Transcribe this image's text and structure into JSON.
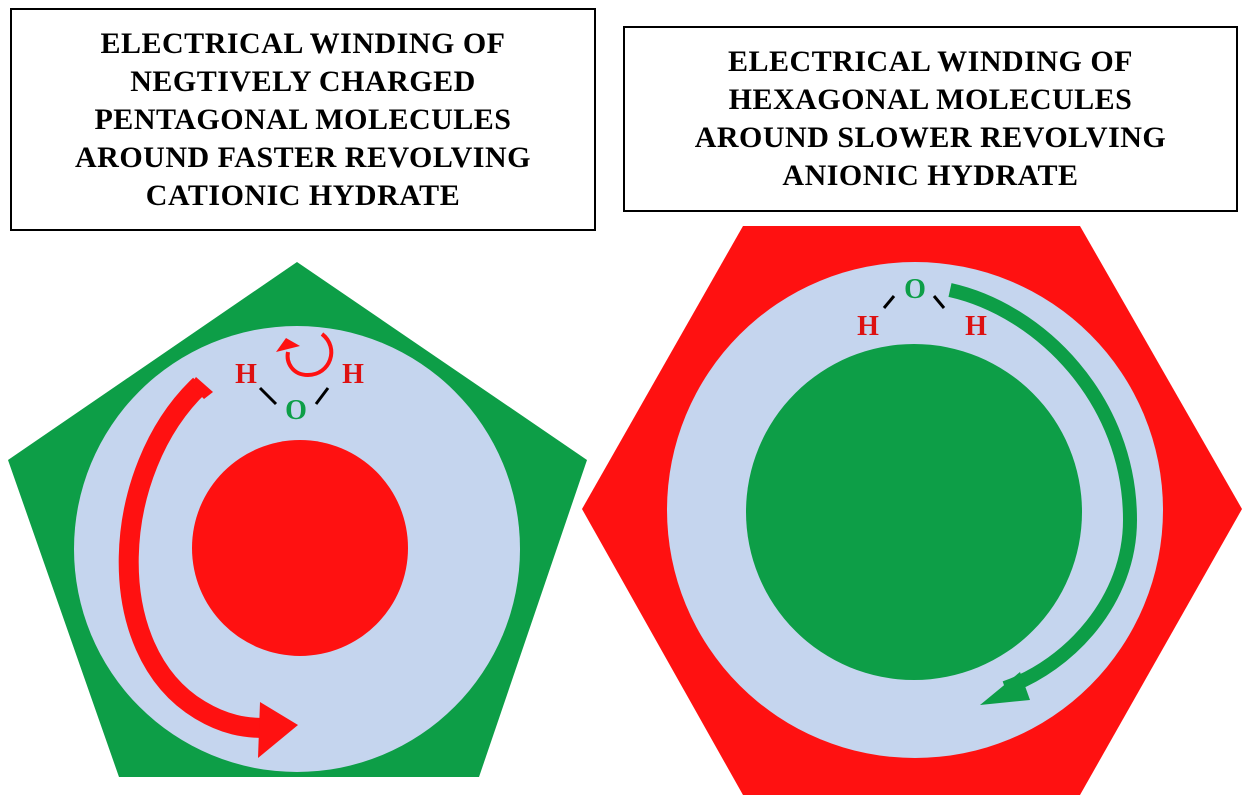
{
  "left_panel": {
    "title_lines": [
      "ELECTRICAL WINDING OF",
      "NEGTIVELY CHARGED",
      "PENTAGONAL MOLECULES",
      "AROUND FASTER REVOLVING",
      "CATIONIC HYDRATE"
    ],
    "atoms": {
      "h_left": "H",
      "h_right": "H",
      "o": "O"
    },
    "colors": {
      "outer": "#0d9e47",
      "ring": "#c5d5ee",
      "core": "#ff1111",
      "arrow": "#ff1111",
      "h": "#d11",
      "o": "#0d9e47"
    }
  },
  "right_panel": {
    "title_lines": [
      "ELECTRICAL WINDING OF",
      "HEXAGONAL MOLECULES",
      "AROUND SLOWER REVOLVING",
      "ANIONIC HYDRATE"
    ],
    "atoms": {
      "h_left": "H",
      "h_right": "H",
      "o": "O"
    },
    "colors": {
      "outer": "#ff1111",
      "ring": "#c5d5ee",
      "core": "#0d9e47",
      "arrow": "#0d9e47",
      "h": "#d11",
      "o": "#0d9e47"
    }
  }
}
